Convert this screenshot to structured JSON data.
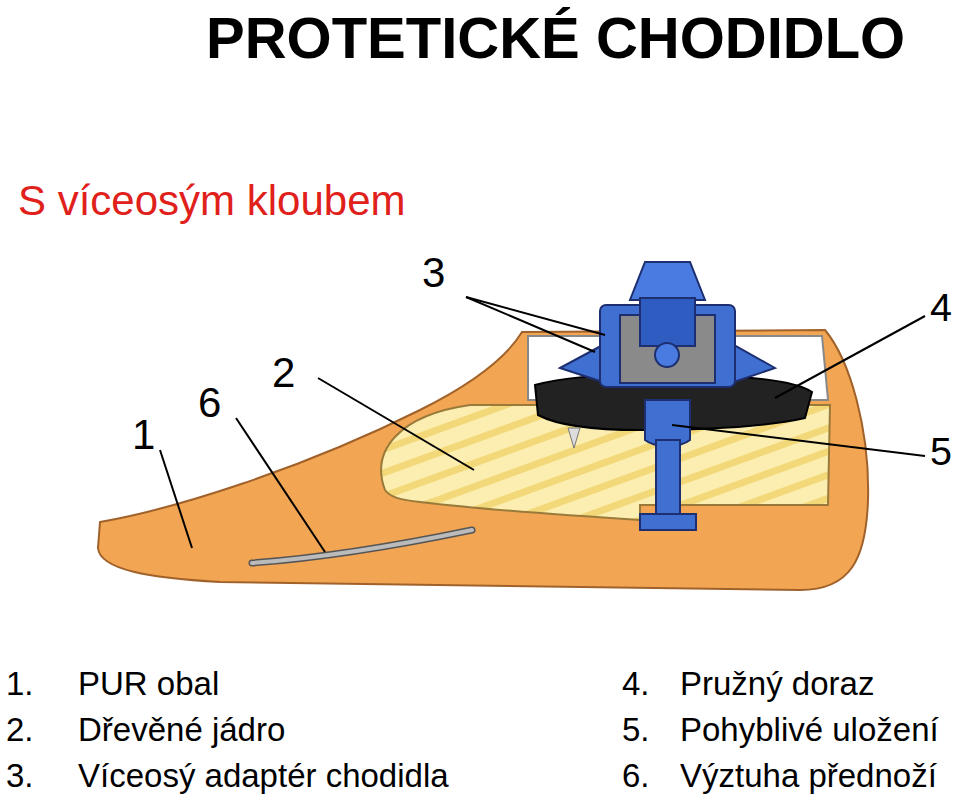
{
  "diagram": {
    "title": "PROTETICKÉ CHODIDLO",
    "labels": [
      "S víceosým kloubem",
      "3",
      "4",
      "2",
      "6",
      "1",
      "5",
      "1.",
      "PUR obal",
      "2.",
      "Dřevěné jádro",
      "3.",
      "Víceosý adaptér chodidla",
      "4.",
      "Pružný doraz",
      "5.",
      "Pohyblivé uložení",
      "6.",
      "Výztuha přednoží"
    ]
  }
}
